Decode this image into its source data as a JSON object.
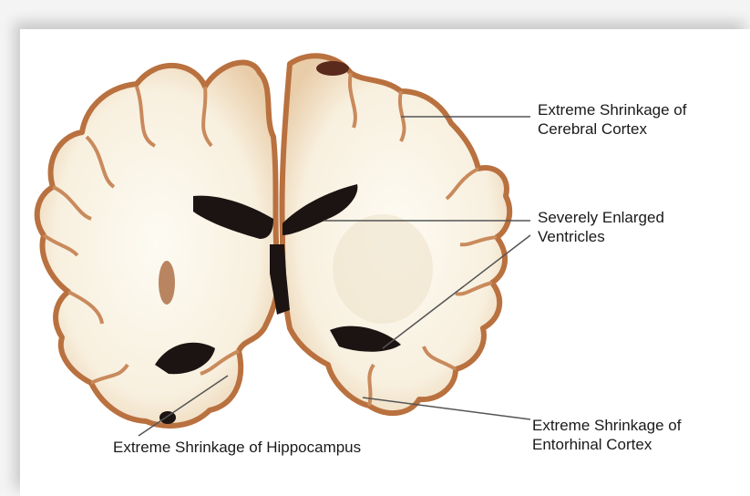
{
  "labels": {
    "cerebral_cortex": {
      "line1": "Extreme Shrinkage of",
      "line2": "Cerebral Cortex"
    },
    "ventricles": {
      "line1": "Severely Enlarged",
      "line2": "Ventricles"
    },
    "hippocampus": {
      "line1": "Extreme Shrinkage of Hippocampus"
    },
    "entorhinal": {
      "line1": "Extreme Shrinkage of",
      "line2": "Entorhinal Cortex"
    }
  },
  "colors": {
    "tissue_edge": "#c98a5c",
    "tissue_fill": "#fbf7ec",
    "ventricle": "#1c1412",
    "leader_line": "#555555"
  }
}
